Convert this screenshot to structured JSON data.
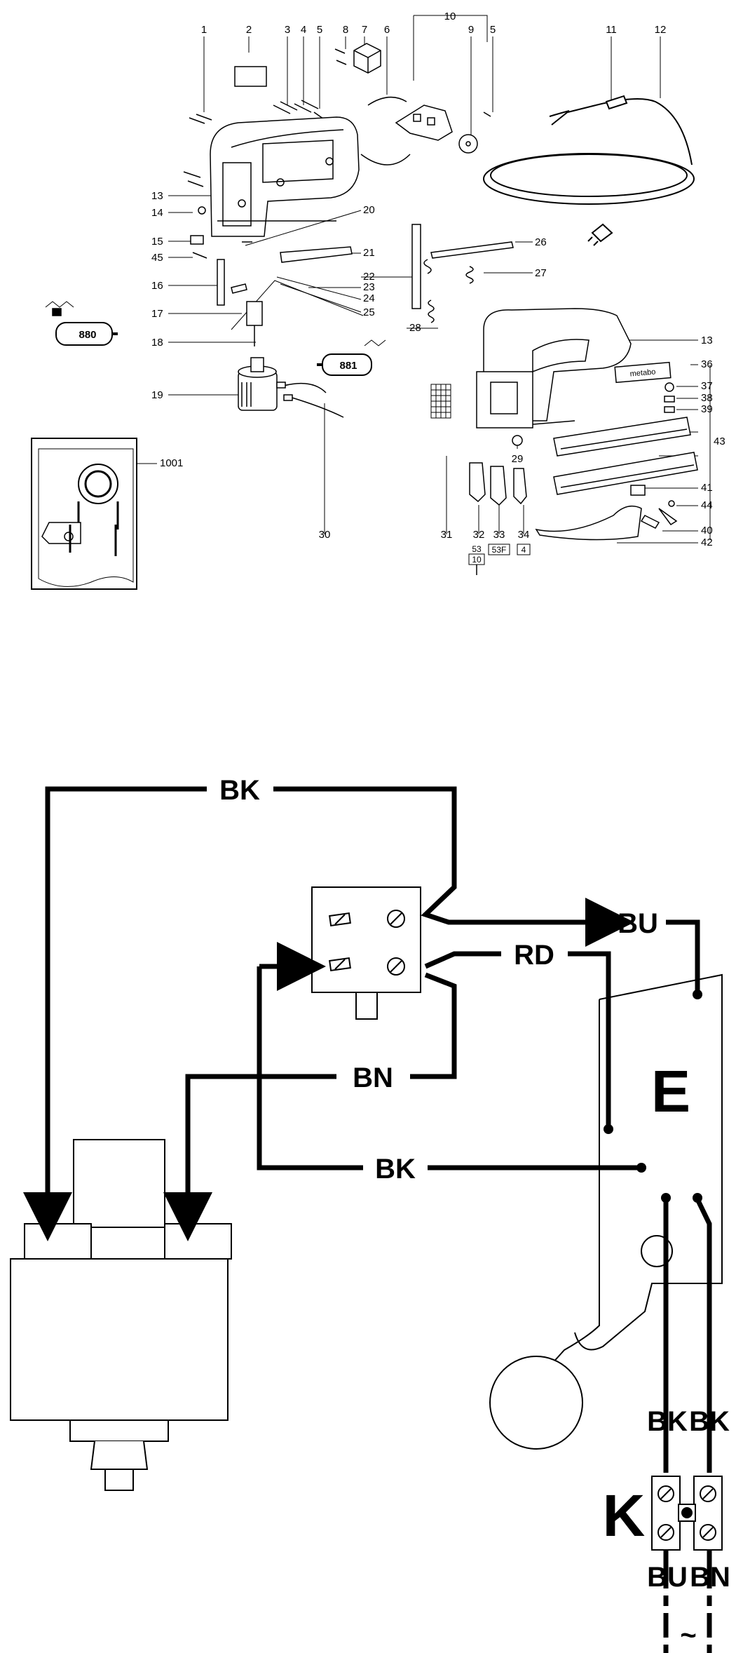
{
  "part_labels": [
    "1",
    "2",
    "3",
    "4",
    "5",
    "8",
    "7",
    "6",
    "10",
    "9",
    "5",
    "11",
    "12",
    "13",
    "14",
    "15",
    "45",
    "16",
    "17",
    "18",
    "19",
    "20",
    "21",
    "22",
    "23",
    "24",
    "25",
    "26",
    "27",
    "28",
    "13",
    "36",
    "37",
    "38",
    "39",
    "43",
    "29",
    "41",
    "44",
    "40",
    "42",
    "31",
    "32",
    "33",
    "34",
    "30",
    "1001"
  ],
  "tube_labels": [
    "880",
    "881"
  ],
  "brand_plate": "metabo",
  "staple_sizes": [
    "53",
    "10",
    "53F",
    "4"
  ],
  "wiring": {
    "wire_black_top": "BK",
    "wire_blue": "BU",
    "wire_red": "RD",
    "wire_brown": "BN",
    "wire_black_mid": "BK",
    "suppressor_label": "E",
    "cable_black_left": "BK",
    "cable_black_right": "BK",
    "terminal_label": "K",
    "mains_blue": "BU",
    "mains_brown": "BN",
    "ac_symbol": "~"
  }
}
